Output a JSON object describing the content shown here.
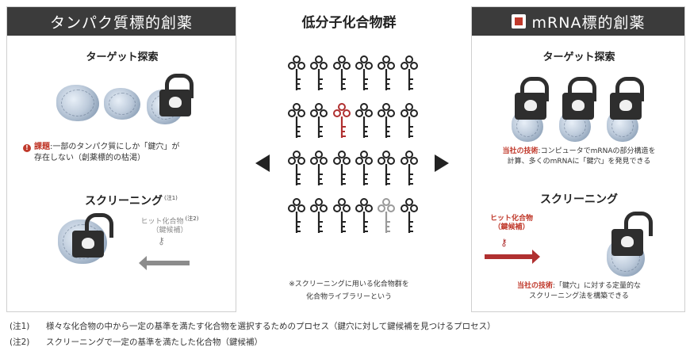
{
  "left_panel": {
    "title": "タンパク質標的創薬",
    "target_search": "ターゲット探索",
    "issue_label": "課題",
    "issue_text_1": ":一部のタンパク質にしか「鍵穴」が",
    "issue_text_2": "存在しない（創薬標的の枯渇）",
    "screening": "スクリーニング",
    "screening_note": "(注1)",
    "hit_compound": "ヒット化合物",
    "hit_note": "(注2)",
    "hit_candidate": "（鍵候補）"
  },
  "center": {
    "title": "低分子化合物群",
    "note_1": "※スクリーニングに用いる化合物群を",
    "note_2": "化合物ライブラリーという",
    "key_grid": {
      "rows": 4,
      "cols": 6,
      "highlighted": [
        {
          "row": 2,
          "col": 3,
          "color": "#b03030"
        },
        {
          "row": 4,
          "col": 5,
          "color": "#9a9a9a"
        }
      ]
    }
  },
  "right_panel": {
    "title": "mRNA標的創薬",
    "target_search": "ターゲット探索",
    "tech1_label": "当社の技術",
    "tech1_text_1": ":コンピュータでmRNAの部分構造を",
    "tech1_text_2": "計算、多くのmRNAに「鍵穴」を発見できる",
    "screening": "スクリーニング",
    "hit_compound": "ヒット化合物",
    "hit_candidate": "（鍵候補）",
    "tech2_label": "当社の技術",
    "tech2_text_1": ":「鍵穴」に対する定量的な",
    "tech2_text_2": "スクリーニング法を構築できる"
  },
  "footnotes": [
    {
      "num": "(注1)",
      "text": "様々な化合物の中から一定の基準を満たす化合物を選択するためのプロセス（鍵穴に対して鍵候補を見つけるプロセス）"
    },
    {
      "num": "(注2)",
      "text": "スクリーニングで一定の基準を満たした化合物（鍵候補）"
    }
  ],
  "colors": {
    "accent_red": "#c0392b",
    "header_dark": "#3b3b3b"
  }
}
